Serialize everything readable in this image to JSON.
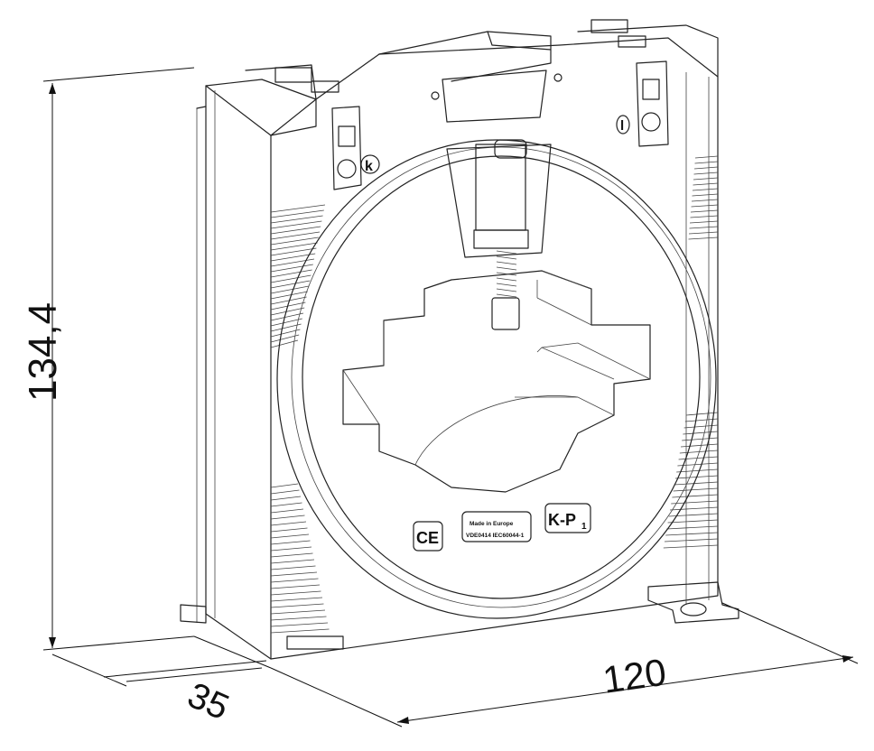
{
  "dimensions": {
    "height": "134,4",
    "depth": "35",
    "width": "120"
  },
  "markings": {
    "ce": "CE",
    "label_line1": "Made in Europe",
    "label_line2": "VDE0414 IEC60044-1",
    "terminal_k": "k",
    "terminal_l": "l",
    "primary": "K-P",
    "primary_sub": "1"
  },
  "colors": {
    "line": "#222222",
    "background": "#ffffff"
  }
}
